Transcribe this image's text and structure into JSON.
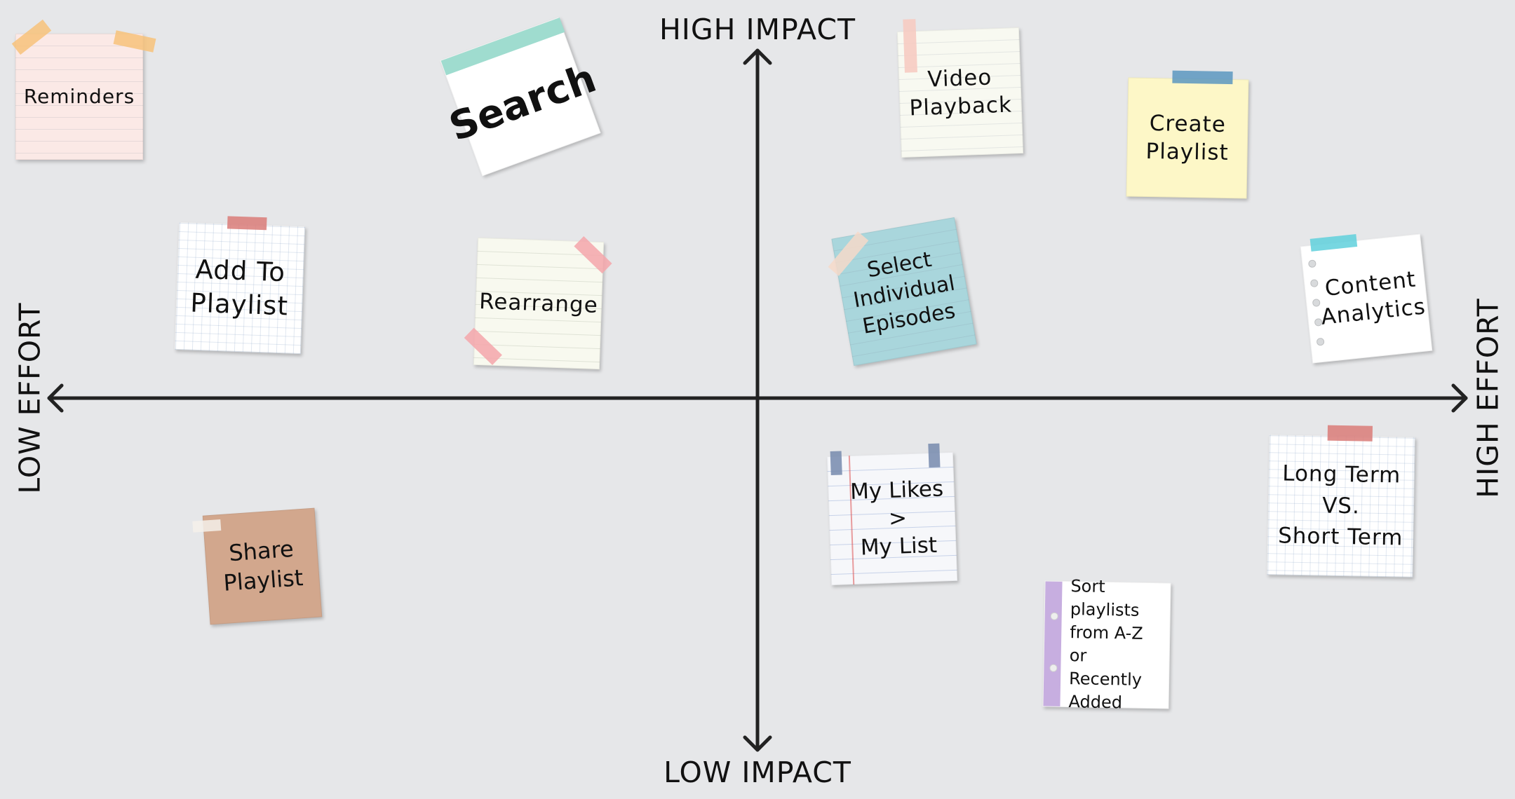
{
  "axes": {
    "top": "HIGH IMPACT",
    "bottom": "LOW IMPACT",
    "left": "LOW EFFORT",
    "right": "HIGH EFFORT"
  },
  "notes": [
    {
      "id": "reminders",
      "text": "Reminders",
      "color": "#fbe9e6"
    },
    {
      "id": "search",
      "text": "Search",
      "color": "#ffffff",
      "tape": "#9fdccf"
    },
    {
      "id": "video-playback",
      "text": "Video\nPlayback",
      "color": "#f8f9f1"
    },
    {
      "id": "create-playlist",
      "text": "Create\nPlaylist",
      "color": "#fdf7c7",
      "tape": "#5b97bf"
    },
    {
      "id": "add-to-playlist",
      "text": "Add To\nPlaylist",
      "color": "#ffffff",
      "tape": "#d97b78"
    },
    {
      "id": "rearrange",
      "text": "Rearrange",
      "color": "#f8f9ef",
      "tape": "#f5a6aa"
    },
    {
      "id": "select-episodes",
      "text": "Select\nIndividual\nEpisodes",
      "color": "#a9d6dc",
      "tape": "#f6d9c9"
    },
    {
      "id": "content-analytics",
      "text": "Content\nAnalytics",
      "color": "#ffffff",
      "tape": "#5fd0dc"
    },
    {
      "id": "share-playlist",
      "text": "Share\nPlaylist",
      "color": "#d2a78d"
    },
    {
      "id": "my-likes",
      "text": "My Likes\n>\nMy List",
      "color": "#f6f7fa",
      "tape": "#7589ad"
    },
    {
      "id": "long-vs-short",
      "text": "Long Term\nVS.\nShort Term",
      "color": "#ffffff",
      "tape": "#d97b78"
    },
    {
      "id": "sort-playlists",
      "text": "Sort playlists\nfrom A-Z\nor\nRecently\nAdded",
      "color": "#ffffff",
      "tape": "#c7aee0"
    }
  ]
}
